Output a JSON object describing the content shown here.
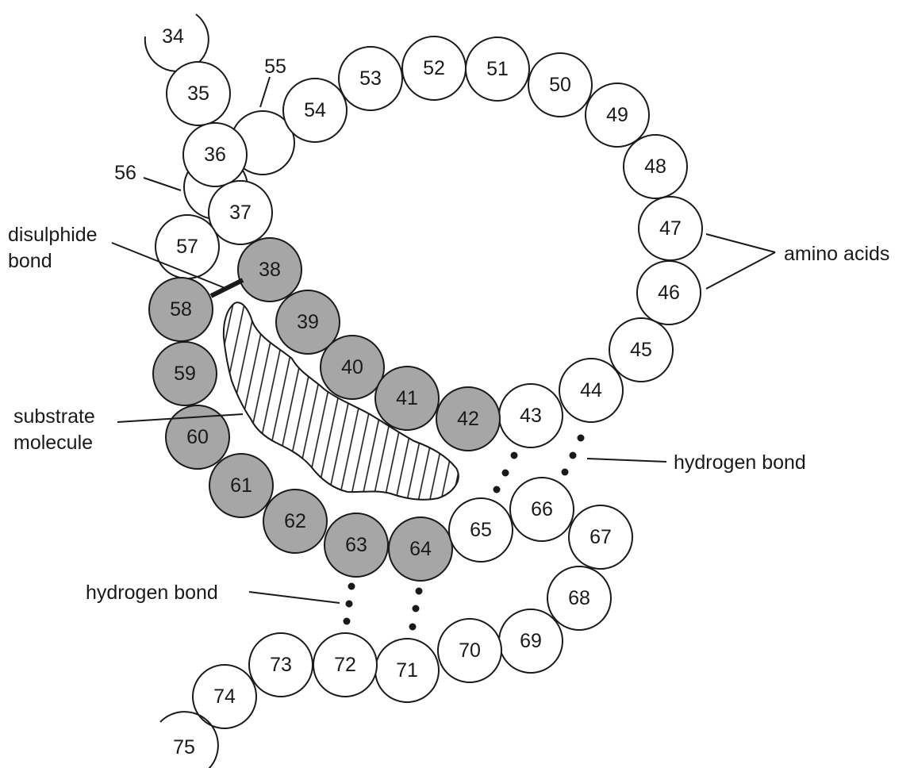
{
  "labels": {
    "disulphide_line1": "disulphide",
    "disulphide_line2": "bond",
    "substrate_line1": "substrate",
    "substrate_line2": "molecule",
    "amino_acids": "amino acids",
    "hydrogen_bond_right": "hydrogen bond",
    "hydrogen_bond_left": "hydrogen bond"
  },
  "colors": {
    "active_site_fill": "#a6a6a6",
    "residue_fill": "#ffffff",
    "stroke": "#1a1a1a"
  },
  "residues": [
    {
      "n": "34",
      "shaded": false
    },
    {
      "n": "35",
      "shaded": false
    },
    {
      "n": "36",
      "shaded": false
    },
    {
      "n": "37",
      "shaded": false
    },
    {
      "n": "38",
      "shaded": true
    },
    {
      "n": "39",
      "shaded": true
    },
    {
      "n": "40",
      "shaded": true
    },
    {
      "n": "41",
      "shaded": true
    },
    {
      "n": "42",
      "shaded": true
    },
    {
      "n": "43",
      "shaded": false
    },
    {
      "n": "44",
      "shaded": false
    },
    {
      "n": "45",
      "shaded": false
    },
    {
      "n": "46",
      "shaded": false
    },
    {
      "n": "47",
      "shaded": false
    },
    {
      "n": "48",
      "shaded": false
    },
    {
      "n": "49",
      "shaded": false
    },
    {
      "n": "50",
      "shaded": false
    },
    {
      "n": "51",
      "shaded": false
    },
    {
      "n": "52",
      "shaded": false
    },
    {
      "n": "53",
      "shaded": false
    },
    {
      "n": "54",
      "shaded": false
    },
    {
      "n": "55",
      "shaded": false
    },
    {
      "n": "56",
      "shaded": false
    },
    {
      "n": "57",
      "shaded": false
    },
    {
      "n": "58",
      "shaded": true
    },
    {
      "n": "59",
      "shaded": true
    },
    {
      "n": "60",
      "shaded": true
    },
    {
      "n": "61",
      "shaded": true
    },
    {
      "n": "62",
      "shaded": true
    },
    {
      "n": "63",
      "shaded": true
    },
    {
      "n": "64",
      "shaded": true
    },
    {
      "n": "65",
      "shaded": false
    },
    {
      "n": "66",
      "shaded": false
    },
    {
      "n": "67",
      "shaded": false
    },
    {
      "n": "68",
      "shaded": false
    },
    {
      "n": "69",
      "shaded": false
    },
    {
      "n": "70",
      "shaded": false
    },
    {
      "n": "71",
      "shaded": false
    },
    {
      "n": "72",
      "shaded": false
    },
    {
      "n": "73",
      "shaded": false
    },
    {
      "n": "74",
      "shaded": false
    },
    {
      "n": "75",
      "shaded": false
    }
  ]
}
